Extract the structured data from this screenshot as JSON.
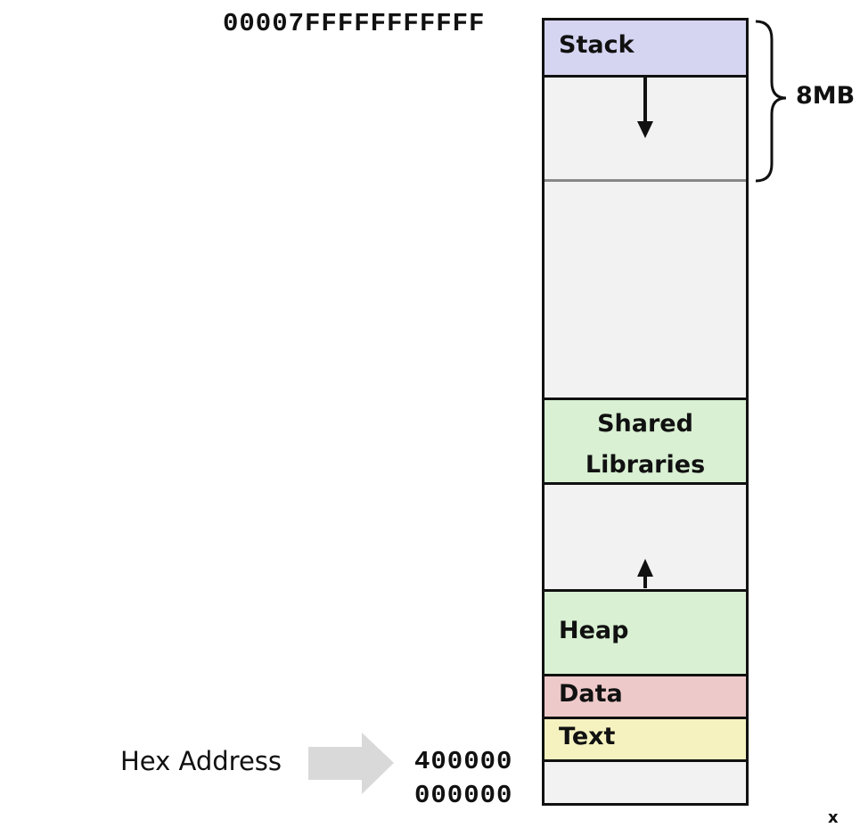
{
  "addresses": {
    "top": "00007FFFFFFFFFFF",
    "text_start": "400000",
    "bottom": "000000"
  },
  "hex_address_label": "Hex Address",
  "stack_size_label": "8MB",
  "segments": {
    "stack": "Stack",
    "shared_libraries": "Shared Libraries",
    "heap": "Heap",
    "data": "Data",
    "text": "Text"
  },
  "corner_mark": "x",
  "colors": {
    "stack": "#d5d5f2",
    "shared_libraries": "#d9f0d3",
    "heap": "#d9f0d3",
    "data": "#eec9c9",
    "text": "#f5f2c0",
    "free": "#f2f2f2",
    "arrow": "#d9d9d9"
  }
}
